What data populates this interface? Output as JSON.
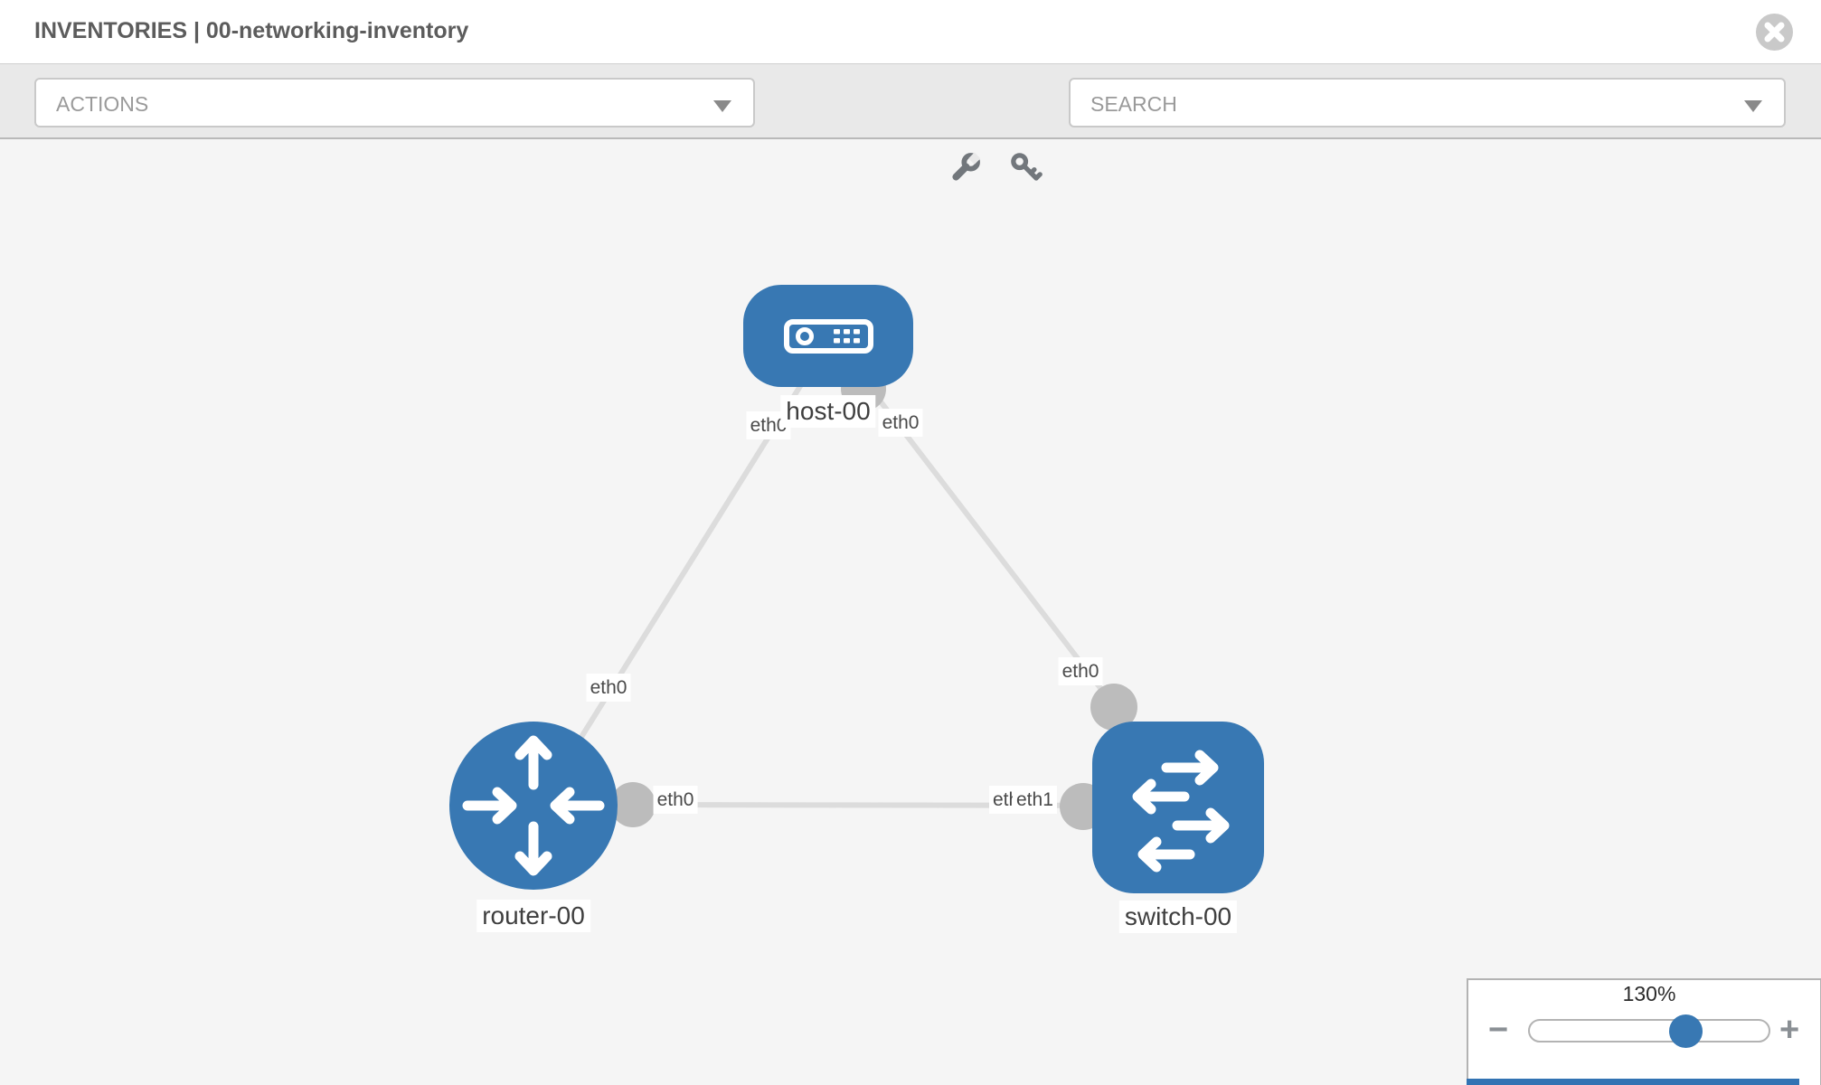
{
  "header": {
    "title": "INVENTORIES | 00-networking-inventory"
  },
  "toolbar": {
    "actions_label": "ACTIONS",
    "search_label": "SEARCH",
    "icons": [
      "wrench-icon",
      "key-icon"
    ]
  },
  "topology": {
    "nodes": [
      {
        "name": "host-00",
        "type": "host"
      },
      {
        "name": "router-00",
        "type": "router"
      },
      {
        "name": "switch-00",
        "type": "switch"
      }
    ],
    "links": [
      {
        "from": "host-00",
        "from_if": "eth0",
        "to": "router-00",
        "to_if": "eth0"
      },
      {
        "from": "host-00",
        "from_if": "eth0",
        "to": "switch-00",
        "to_if": "eth0"
      },
      {
        "from": "router-00",
        "from_if": "eth0",
        "to": "switch-00",
        "to_if": "eth1",
        "to_if_overlapped": "eth0"
      }
    ]
  },
  "zoom_control": {
    "level": "130%",
    "minus_label": "−",
    "plus_label": "+"
  },
  "colors": {
    "node_blue": "#3878b3",
    "interface_gray": "#bcbcbc",
    "link_gray": "#dcdcdc",
    "toolbar_gray": "#e9e9e9"
  }
}
